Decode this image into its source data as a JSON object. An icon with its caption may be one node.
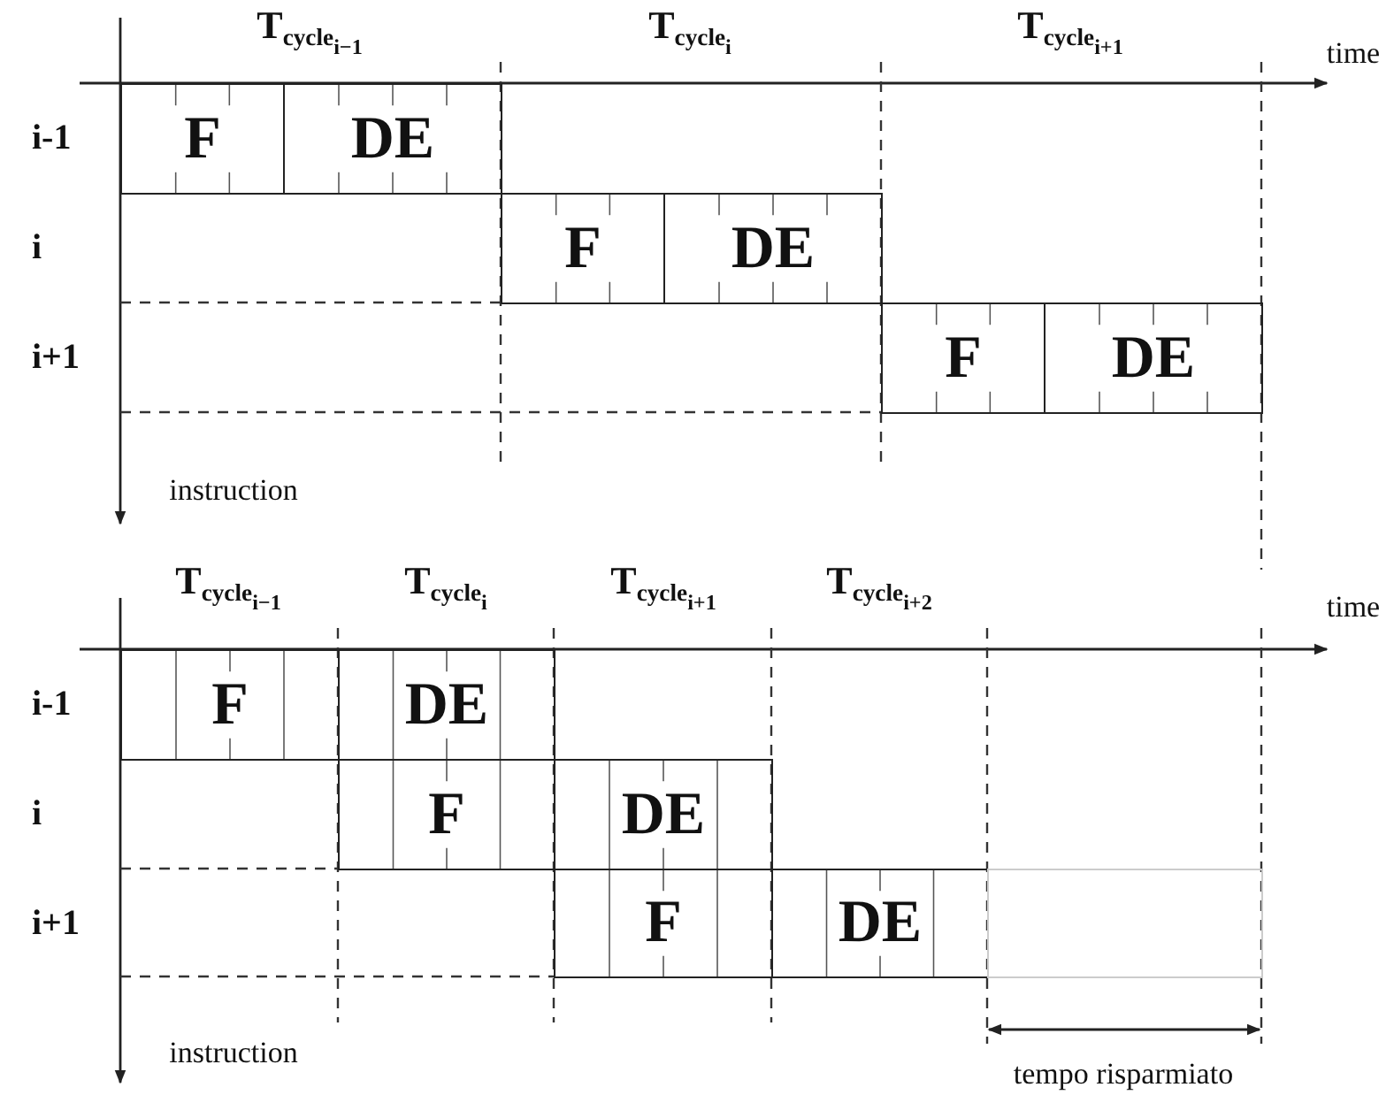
{
  "diagram": {
    "nodes": [
      {
        "text": [
          "F"
        ]
      },
      {
        "text": [
          "DE"
        ]
      },
      {
        "text": [
          "F"
        ]
      },
      {
        "text": [
          "DE"
        ]
      },
      {
        "text": [
          "F"
        ]
      },
      {
        "text": [
          "DE"
        ]
      },
      {
        "text": [
          "F"
        ]
      },
      {
        "text": [
          "DE"
        ]
      },
      {
        "text": [
          "F"
        ]
      },
      {
        "text": [
          "DE"
        ]
      },
      {
        "text": [
          "F"
        ]
      },
      {
        "text": [
          "DE"
        ]
      },
      {
        "text": [],
        "shape": "box"
      }
    ],
    "labels": [
      "T$_{cycle}$$_{i−1}$",
      "T$_{cycle}$$_{i}$",
      "T$_{cycle}$$_{i+1}$",
      "time",
      "i-1",
      "i",
      "i+1",
      "instruction",
      "T$_{cycle}$$_{i−1}$",
      "T$_{cycle}$$_{i}$",
      "T$_{cycle}$$_{i+1}$",
      "T$_{cycle}$$_{i+2}$",
      "time",
      "i-1",
      "i",
      "i+1",
      "instruction",
      "tempo risparmiato"
    ]
  }
}
